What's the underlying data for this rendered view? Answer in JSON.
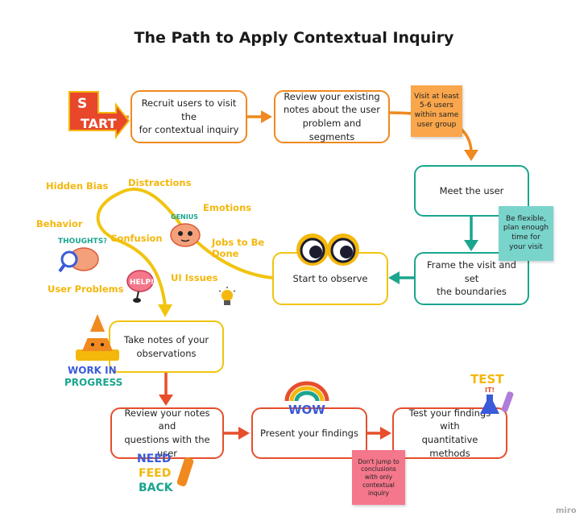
{
  "title": "The Path to Apply Contextual Inquiry",
  "steps": [
    "Recruit users to visit the\nfor contextual inquiry",
    "Review your existing\nnotes about the user\nproblem and segments",
    "Meet the user",
    "Frame the visit and set\nthe boundaries",
    "Start to observe",
    "Take notes of your\nobservations",
    "Review your notes and\nquestions with the user",
    "Present your findings",
    "Test your findings with\nquantitative methods"
  ],
  "notes": {
    "visit": "Visit at least\n5-6 users\nwithin same\nuser group",
    "flexible": "Be flexible,\nplan enough\ntime for\nyour visit",
    "conclusions": "Don't jump to\nconclusions\nwith only\ncontextual\ninquiry"
  },
  "observe_labels": {
    "hidden_bias": "Hidden Bias",
    "distractions": "Distractions",
    "emotions": "Emotions",
    "behavior": "Behavior",
    "confusion": "Confusion",
    "jobs": "Jobs to Be\nDone",
    "ui_issues": "UI Issues",
    "user_problems": "User Problems"
  },
  "stickers": {
    "start": [
      "S",
      "TART"
    ],
    "thoughts": "THOUGHTS?",
    "genius": "GENIUS",
    "help": "HELP!",
    "work": [
      "WORK IN",
      "PROGRESS"
    ],
    "wow": "WOW",
    "need": [
      "NEED",
      "FEED",
      "BACK"
    ],
    "test": [
      "TEST",
      "IT!"
    ]
  },
  "watermark": "miro",
  "colors": {
    "orange": "#f0891f",
    "teal": "#1aa58e",
    "yellow": "#f1c410",
    "red": "#e64e2c",
    "sticky_orange": "#f9a64c",
    "sticky_teal": "#79d4cc",
    "sticky_pink": "#f4778b"
  }
}
